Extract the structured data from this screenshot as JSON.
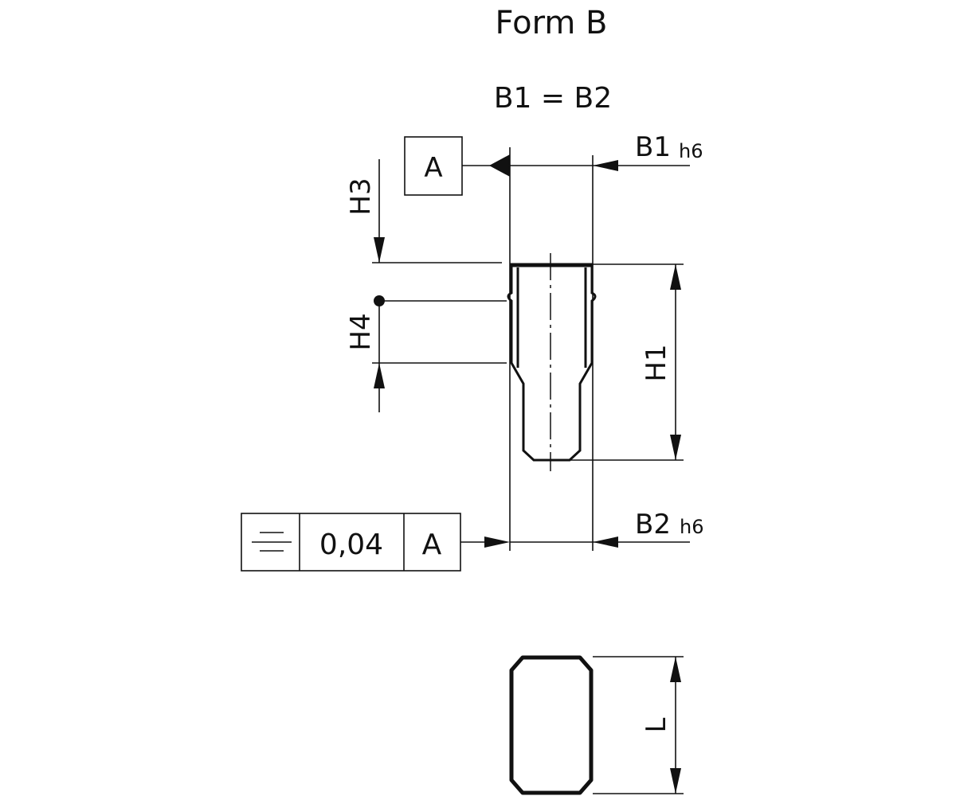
{
  "title": "Form B",
  "condition": "B1 = B2",
  "datum": {
    "letter": "A"
  },
  "dimensions": {
    "b1": "B1",
    "b1_tol": "h6",
    "b2": "B2",
    "b2_tol": "h6",
    "h1": "H1",
    "h3": "H3",
    "h4": "H4",
    "l": "L"
  },
  "tolerance_frame": {
    "symbol": "symmetry-icon",
    "value": "0,04",
    "datum": "A"
  }
}
